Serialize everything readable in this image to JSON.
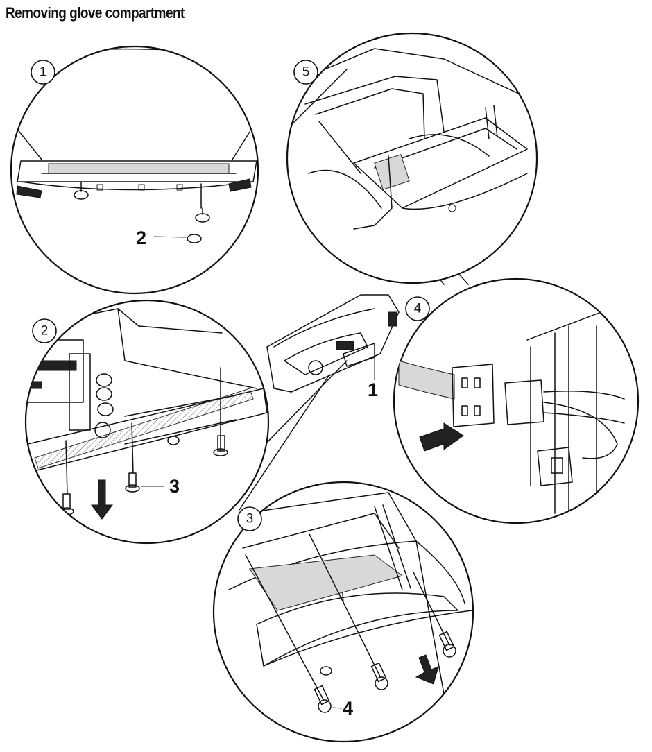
{
  "title": "Removing glove compartment",
  "step_badges": [
    "1",
    "5",
    "2",
    "4",
    "3"
  ],
  "callouts": [
    "2",
    "1",
    "3",
    "4"
  ]
}
